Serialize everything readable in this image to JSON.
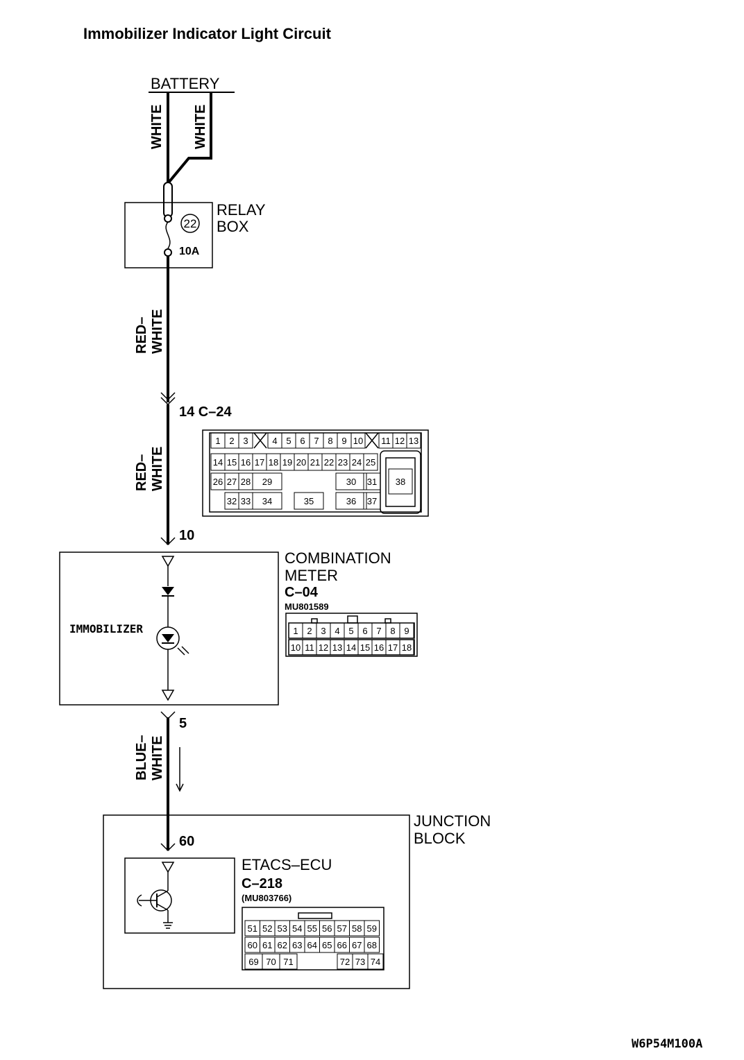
{
  "title": "Immobilizer Indicator Light Circuit",
  "figure_code": "W6P54M100A",
  "battery": {
    "label": "BATTERY"
  },
  "wires": {
    "battery_left": "WHITE",
    "battery_right": "WHITE",
    "relay_to_c24_a": "RED–",
    "relay_to_c24_b": "WHITE",
    "c24_to_meter_a": "RED–",
    "c24_to_meter_b": "WHITE",
    "meter_to_ecu_a": "BLUE–",
    "meter_to_ecu_b": "WHITE"
  },
  "relay_box": {
    "label_line1": "RELAY",
    "label_line2": "BOX",
    "fuse_number": "22",
    "fuse_rating": "10A"
  },
  "connector_c24": {
    "pin_label": "14 C–24",
    "row1": [
      "1",
      "2",
      "3",
      "4",
      "5",
      "6",
      "7",
      "8",
      "9",
      "10",
      "11",
      "12",
      "13"
    ],
    "row2": [
      "14",
      "15",
      "16",
      "17",
      "18",
      "19",
      "20",
      "21",
      "22",
      "23",
      "24",
      "25"
    ],
    "row3": [
      "26",
      "27",
      "28",
      "29",
      "30",
      "31",
      "38"
    ],
    "row4": [
      "32",
      "33",
      "34",
      "35",
      "36",
      "37"
    ]
  },
  "meter_pin_in": "10",
  "combination_meter": {
    "label_line1": "COMBINATION",
    "label_line2": "METER",
    "connector": "C–04",
    "part_number": "MU801589",
    "lamp_label": "IMMOBILIZER",
    "row1": [
      "1",
      "2",
      "3",
      "4",
      "5",
      "6",
      "7",
      "8",
      "9"
    ],
    "row2": [
      "10",
      "11",
      "12",
      "13",
      "14",
      "15",
      "16",
      "17",
      "18"
    ]
  },
  "meter_pin_out": "5",
  "junction_block": {
    "label_line1": "JUNCTION",
    "label_line2": "BLOCK",
    "pin": "60",
    "ecu_name": "ETACS–ECU",
    "connector": "C–218",
    "part_number": "(MU803766)",
    "row1": [
      "51",
      "52",
      "53",
      "54",
      "55",
      "56",
      "57",
      "58",
      "59"
    ],
    "row2": [
      "60",
      "61",
      "62",
      "63",
      "64",
      "65",
      "66",
      "67",
      "68"
    ],
    "row3": [
      "69",
      "70",
      "71",
      "72",
      "73",
      "74"
    ]
  }
}
